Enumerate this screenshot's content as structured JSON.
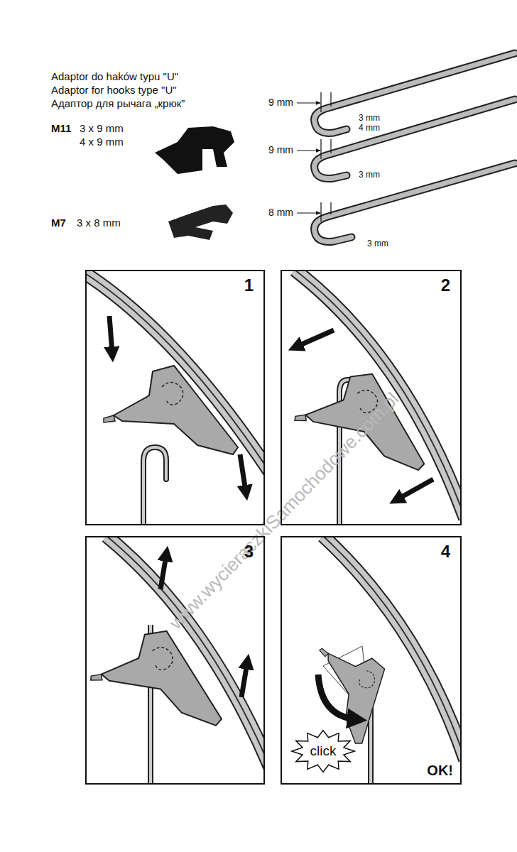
{
  "diagram": {
    "nodes": [
      {
        "text": [
          "1"
        ]
      },
      {
        "text": [
          "2"
        ]
      },
      {
        "text": [
          "3"
        ]
      },
      {
        "text": [
          "4",
          "OK!"
        ]
      },
      {
        "text": [
          "click"
        ],
        "in": 3
      }
    ],
    "labels": [
      "Adaptor do haków typu \"U\"",
      "Adaptor for hooks type \"U\"",
      "Адаптор для рычага „крюк”",
      "M11",
      "3 x 9 mm",
      "4 x 9 mm",
      "9 mm",
      "3 mm",
      "4 mm",
      "9 mm",
      "3 mm",
      "M7",
      "3 x 8 mm",
      "8 mm",
      "3 mm",
      "www.wycieraczkiSamochodowe.com.pl"
    ]
  }
}
